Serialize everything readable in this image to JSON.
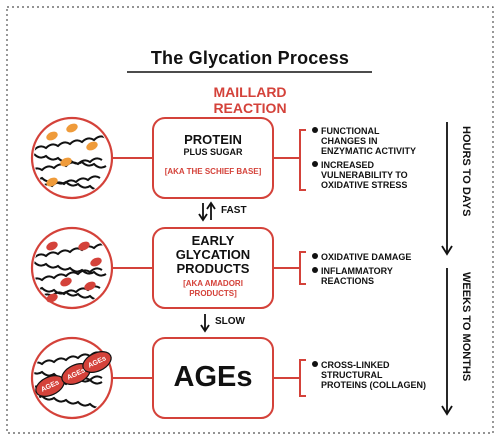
{
  "title": "The Glycation Process",
  "maillard": [
    "MAILLARD",
    "REACTION"
  ],
  "stages": [
    {
      "main": [
        "PROTEIN"
      ],
      "sub": "PLUS SUGAR",
      "aka": [
        "[AKA THE SCHIEF BASE]"
      ],
      "notes": [
        [
          "FUNCTIONAL",
          "CHANGES IN",
          "ENZYMATIC ACTIVITY"
        ],
        [
          "INCREASED",
          "VULNERABILITY TO",
          "OXIDATIVE STRESS"
        ]
      ]
    },
    {
      "main": [
        "EARLY",
        "GLYCATION",
        "PRODUCTS"
      ],
      "aka": [
        "[AKA AMADORI",
        "PRODUCTS]"
      ],
      "notes": [
        [
          "OXIDATIVE DAMAGE"
        ],
        [
          "INFLAMMATORY",
          "REACTIONS"
        ]
      ]
    },
    {
      "main": [
        "AGEs"
      ],
      "notes": [
        [
          "CROSS-LINKED",
          "STRUCTURAL",
          "PROTEINS (COLLAGEN)"
        ]
      ]
    }
  ],
  "transitions": [
    "FAST",
    "SLOW"
  ],
  "timescales": [
    "HOURS TO DAYS",
    "WEEKS TO MONTHS"
  ],
  "age_blob_label": "AGEs",
  "colors": {
    "accent": "#d4423a",
    "orange": "#ef9b3a",
    "ink": "#111111"
  }
}
